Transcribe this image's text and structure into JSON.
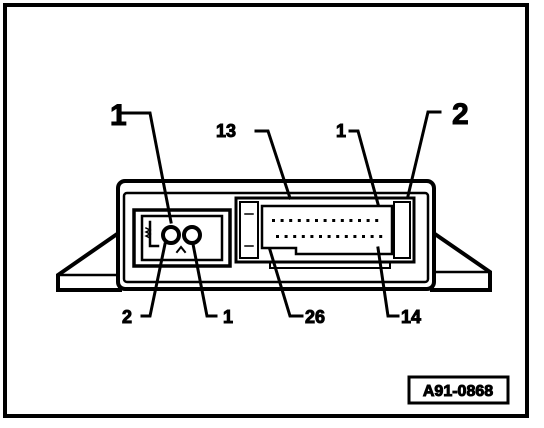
{
  "colors": {
    "ink": "#000000",
    "paper": "#ffffff"
  },
  "callouts": {
    "top_left_1": "1",
    "top_13": "13",
    "top_1": "1",
    "top_right_2": "2",
    "bottom_2": "2",
    "bottom_1": "1",
    "bottom_26": "26",
    "bottom_14": "14"
  },
  "reference_code": "A91-0868"
}
